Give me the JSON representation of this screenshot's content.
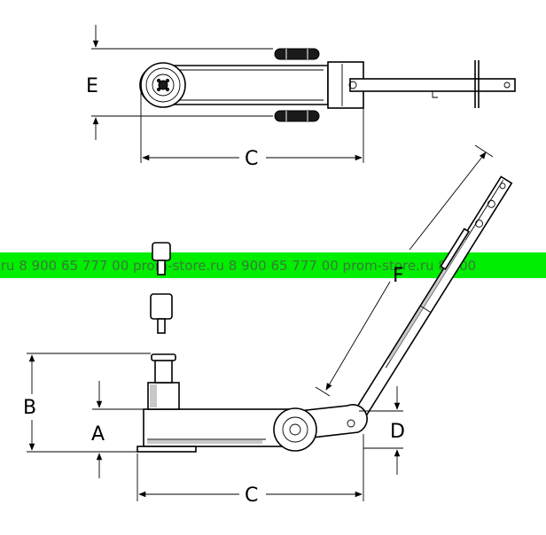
{
  "dimension_labels": {
    "E": "E",
    "C_top": "C",
    "B": "B",
    "A": "A",
    "D": "D",
    "F": "F",
    "C_bottom": "C"
  },
  "watermark": {
    "text": ".ru  8 900 65 777 00  prom-store.ru  8 900 65 777 00  prom-store.ru  8 900",
    "band_color": "#00ee00"
  },
  "colors": {
    "line": "#000000",
    "shade": "#c8c8c8"
  }
}
